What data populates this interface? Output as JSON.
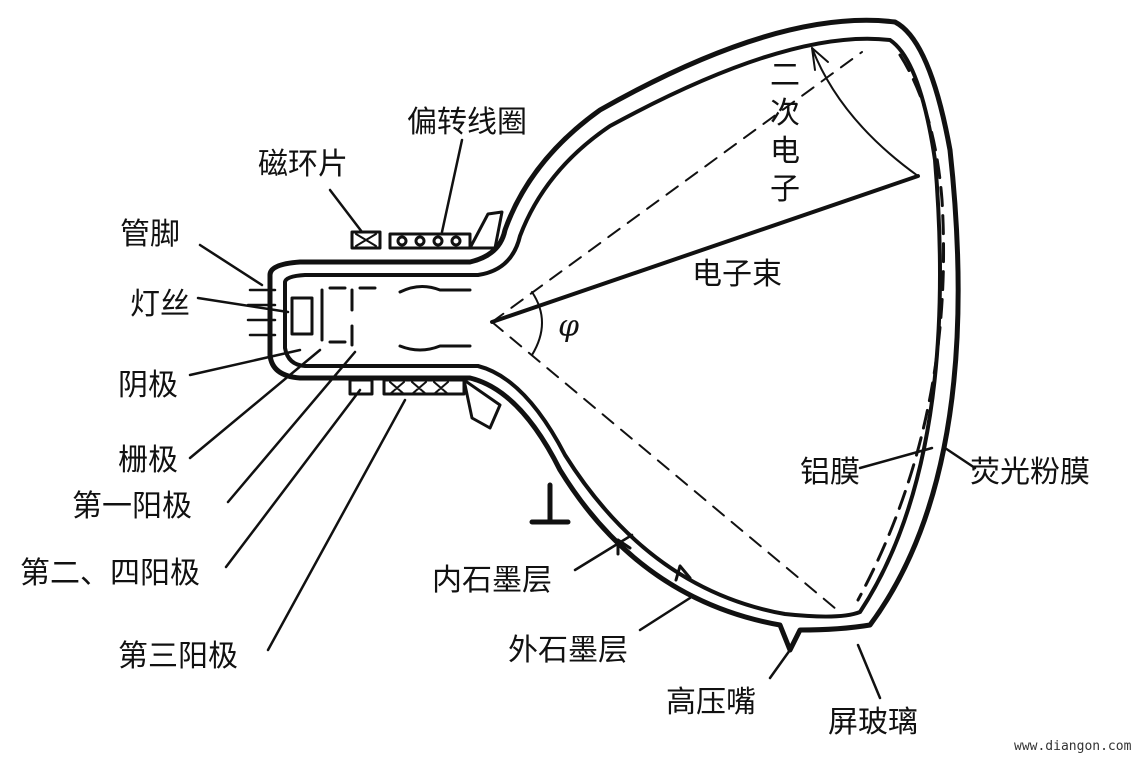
{
  "labels": {
    "deflection_coil": "偏转线圈",
    "magnetic_ring": "磁环片",
    "pins": "管脚",
    "filament": "灯丝",
    "cathode": "阴极",
    "grid": "栅极",
    "first_anode": "第一阳极",
    "second_fourth_anode": "第二、四阳极",
    "third_anode": "第三阳极",
    "secondary_electrons": [
      "二",
      "次",
      "电",
      "子"
    ],
    "electron_beam": "电子束",
    "deflection_angle": "φ",
    "aluminum_film": "铝膜",
    "phosphor_film": "荧光粉膜",
    "inner_graphite": "内石墨层",
    "outer_graphite": "外石墨层",
    "hv_nozzle": "高压嘴",
    "screen_glass": "屏玻璃"
  },
  "watermark": "www.diangon.com",
  "colors": {
    "ink": "#111111",
    "background": "#ffffff"
  }
}
